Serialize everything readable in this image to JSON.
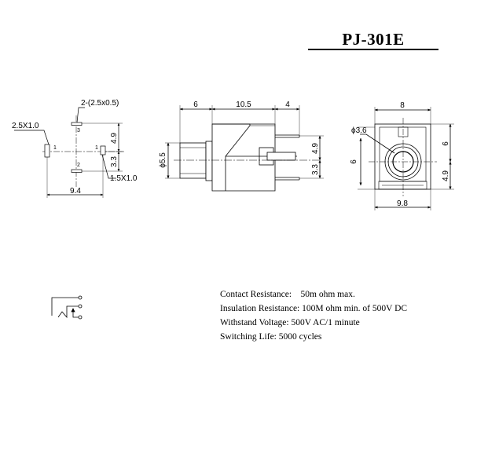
{
  "title": "PJ-301E",
  "footprint": {
    "pad_label_multi": "2-(2.5x0.5)",
    "pad_label_left": "2.5X1.0",
    "pad_label_right": "1.5X1.0",
    "pin_numbers": [
      "3",
      "2",
      "1",
      "1"
    ],
    "dim_top": "4.9",
    "dim_bottom": "3.3",
    "dim_width": "9.4"
  },
  "side_view": {
    "dims_top": [
      "6",
      "10.5",
      "4"
    ],
    "dim_diameter": "ϕ5.5",
    "dim_right_upper": "4.9",
    "dim_right_lower": "3.3"
  },
  "front_view": {
    "dim_top": "8",
    "dim_diameter": "ϕ3.6",
    "dim_left": "6",
    "dim_right_upper": "6",
    "dim_right_lower": "4.9",
    "dim_bottom": "9.8"
  },
  "specs": [
    "Contact Resistance:    50m ohm max.",
    "Insulation Resistance: 100M ohm min. of 500V DC",
    "Withstand Voltage: 500V AC/1 minute",
    "Switching Life: 5000 cycles"
  ],
  "colors": {
    "line": "#000000",
    "background": "#ffffff"
  }
}
